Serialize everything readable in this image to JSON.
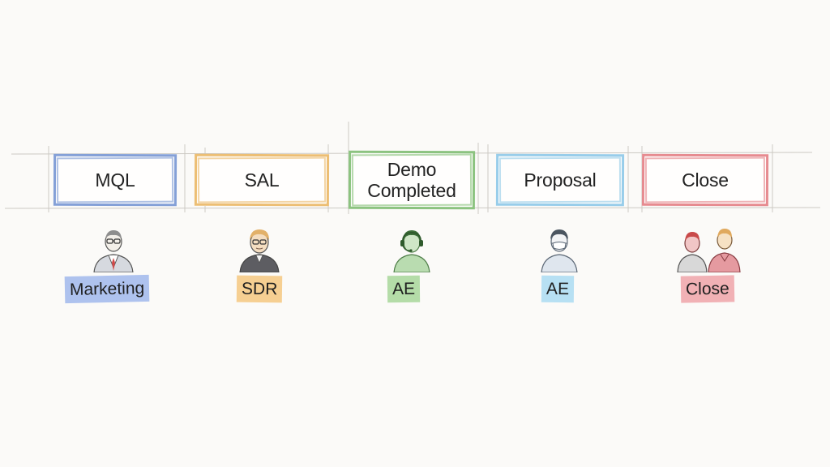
{
  "stages": [
    {
      "key": "mql",
      "label": "MQL",
      "color": "#6f8fd0"
    },
    {
      "key": "sal",
      "label": "SAL",
      "color": "#e9b35c"
    },
    {
      "key": "demo",
      "label": "Demo Completed",
      "color": "#78b96a"
    },
    {
      "key": "proposal",
      "label": "Proposal",
      "color": "#86c4e6"
    },
    {
      "key": "close",
      "label": "Close",
      "color": "#e2777d"
    }
  ],
  "roles": [
    {
      "key": "marketing",
      "label": "Marketing",
      "color": "#aec2ee",
      "icon": "businessman-with-glasses-icon"
    },
    {
      "key": "sdr",
      "label": "SDR",
      "color": "#f6cf92",
      "icon": "person-with-glasses-icon"
    },
    {
      "key": "ae-demo",
      "label": "AE",
      "color": "#b4dca8",
      "icon": "person-with-headset-icon"
    },
    {
      "key": "ae-proposal",
      "label": "AE",
      "color": "#b7e0f3",
      "icon": "person-with-mask-icon"
    },
    {
      "key": "close",
      "label": "Close",
      "color": "#f1b1b5",
      "icon": "two-people-icon"
    }
  ]
}
